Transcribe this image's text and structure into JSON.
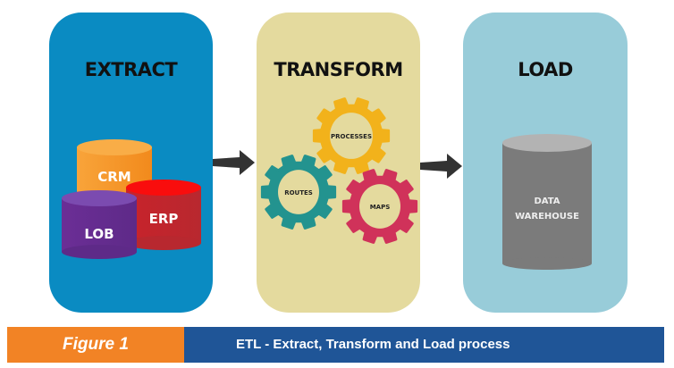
{
  "stages": [
    {
      "title": "EXTRACT",
      "color": "#0a8bc2",
      "sources": [
        {
          "label": "CRM",
          "color": "#f7941d"
        },
        {
          "label": "ERP",
          "color": "#c1272d"
        },
        {
          "label": "LOB",
          "color": "#652d90"
        }
      ]
    },
    {
      "title": "TRANSFORM",
      "color": "#e4da9e",
      "gears": [
        {
          "label": "PROCESSES",
          "color": "#f2b21b"
        },
        {
          "label": "ROUTES",
          "color": "#23938f"
        },
        {
          "label": "MAPS",
          "color": "#d0325a"
        }
      ]
    },
    {
      "title": "LOAD",
      "color": "#98ccd9",
      "target": {
        "label_line1": "DATA",
        "label_line2": "WAREHOUSE",
        "color": "#7a7a7a"
      }
    }
  ],
  "caption": {
    "figure_label": "Figure 1",
    "text": "ETL - Extract, Transform and Load process"
  }
}
